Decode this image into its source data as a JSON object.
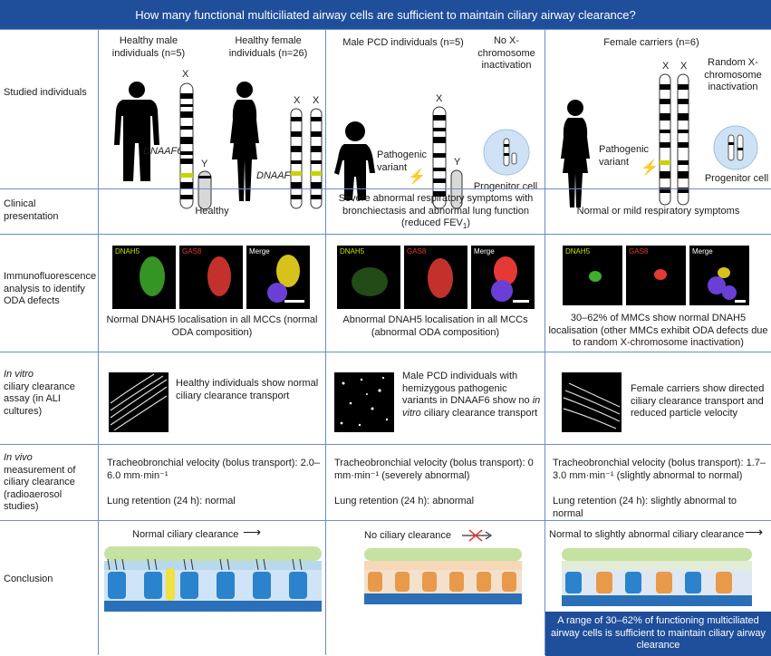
{
  "header": "How many functional multiciliated airway cells are sufficient to maintain ciliary airway clearance?",
  "rows": {
    "studied": "Studied individuals",
    "clinical": "Clinical presentation",
    "if": "Immunofluorescence analysis to identify ODA defects",
    "invitro_a": "In vitro",
    "invitro_b": "ciliary clearance assay (in ALI cultures)",
    "invivo_a": "In vivo",
    "invivo_b": "measurement of ciliary clearance (radioaerosol studies)",
    "conclusion": "Conclusion"
  },
  "col1": {
    "male": "Healthy male individuals (n=5)",
    "female": "Healthy female individuals (n=26)",
    "dnaaf6": "DNAAF6",
    "x": "X",
    "y": "Y",
    "clinical": "Healthy",
    "if_caption": "Normal DNAH5 localisation in all MCCs (normal ODA composition)",
    "invitro": "Healthy individuals show normal ciliary clearance transport",
    "velocity": "Tracheobronchial velocity (bolus transport): 2.0–6.0 mm·min⁻¹",
    "retention": "Lung retention (24 h): normal",
    "conclusion": "Normal ciliary clearance"
  },
  "col2": {
    "title": "Male PCD individuals (n=5)",
    "no_xci": "No X-chromosome inactivation",
    "pathogenic": "Pathogenic variant",
    "progenitor": "Progenitor cell",
    "x": "X",
    "y": "Y",
    "clinical_a": "Severe abnormal respiratory symptoms with bronchiectasis and abnormal lung function",
    "clinical_b": "(reduced FEV",
    "clinical_sub": "1",
    "clinical_c": ")",
    "if_caption": "Abnormal DNAH5 localisation in all MCCs (abnormal ODA composition)",
    "invitro_a": "Male PCD individuals with hemizygous pathogenic variants in DNAAF6 show no",
    "invitro_it": "in vitro",
    "invitro_b": "ciliary clearance transport",
    "velocity": "Tracheobronchial velocity (bolus transport): 0 mm·min⁻¹ (severely abnormal)",
    "retention": "Lung retention (24 h): abnormal",
    "conclusion": "No ciliary clearance"
  },
  "col3": {
    "title": "Female carriers (n=6)",
    "random_xci": "Random X-chromosome inactivation",
    "pathogenic": "Pathogenic variant",
    "progenitor": "Progenitor cell",
    "x": "X",
    "clinical": "Normal or mild respiratory symptoms",
    "if_caption": "30–62% of MMCs show normal DNAH5 localisation (other MMCs exhibit ODA defects due to random X-chromosome inactivation)",
    "invitro": "Female carriers show directed ciliary clearance transport and reduced particle velocity",
    "velocity": "Tracheobronchial velocity (bolus transport): 1.7–3.0 mm·min⁻¹ (slightly abnormal to normal)",
    "retention": "Lung retention (24 h): slightly abnormal to normal",
    "conclusion": "Normal to slightly abnormal ciliary clearance",
    "box": "A range of 30–62% of functioning multiciliated airway cells is sufficient to maintain ciliary airway clearance"
  },
  "panels": {
    "dnah5": "DNAH5",
    "gas8": "GAS8",
    "merge": "Merge"
  },
  "colors": {
    "header": "#1f4e9b",
    "grid": "#6e8cc4",
    "green": "#7ed321",
    "red": "#e53935"
  }
}
